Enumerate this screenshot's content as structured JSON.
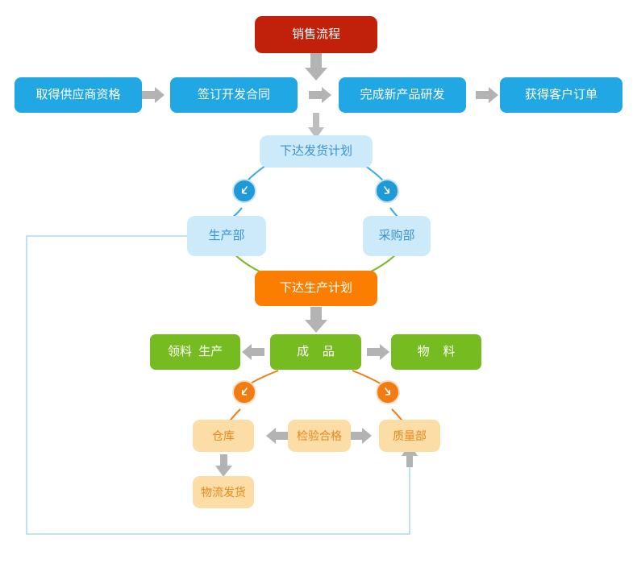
{
  "diagram": {
    "title_node": {
      "label": "销售流程",
      "color": "#c1200b"
    },
    "row_supply": [
      {
        "label": "取得供应商资格",
        "color": "#22a7e5"
      },
      {
        "label": "签订开发合同",
        "color": "#22a7e5"
      },
      {
        "label": "完成新产品研发",
        "color": "#22a7e5"
      },
      {
        "label": "获得客户订单",
        "color": "#22a7e5"
      }
    ],
    "shipping_plan": {
      "label": "下达发货计划",
      "color": "#cdeafb",
      "text_color": "#3a93d0"
    },
    "departments": [
      {
        "label": "生产部",
        "color": "#cdeafb",
        "text_color": "#3a93d0"
      },
      {
        "label": "采购部",
        "color": "#cdeafb",
        "text_color": "#3a93d0"
      }
    ],
    "production_plan": {
      "label": "下达生产计划",
      "color": "#fb7e00"
    },
    "green_row": [
      {
        "label": "领料  生产",
        "color": "#76bc21"
      },
      {
        "label": "成    品",
        "color": "#76bc21"
      },
      {
        "label": "物    料",
        "color": "#76bc21"
      }
    ],
    "peach_row": [
      {
        "label": "仓库",
        "color": "#fcdda6",
        "text_color": "#e8881e"
      },
      {
        "label": "检验合格",
        "color": "#fcdda6",
        "text_color": "#e8881e"
      },
      {
        "label": "质量部",
        "color": "#fcdda6",
        "text_color": "#e8881e"
      }
    ],
    "logistics": {
      "label": "物流发货",
      "color": "#fcdda6",
      "text_color": "#e8881e"
    },
    "badges": [
      {
        "name": "badge-down-left-blue",
        "direction": "down-left",
        "color": "#1f9ad6"
      },
      {
        "name": "badge-down-right-blue",
        "direction": "down-right",
        "color": "#1f9ad6"
      },
      {
        "name": "badge-down-left-orange",
        "direction": "down-left",
        "color": "#f07c12"
      },
      {
        "name": "badge-down-right-orange",
        "direction": "down-right",
        "color": "#f07c12"
      }
    ],
    "connector_colors": {
      "arrow_gray": "#a8a8a8",
      "blue_curve": "#35a9e6",
      "green_curve": "#76bc21",
      "orange_curve": "#f07c12",
      "feedback_line": "#aadcf4"
    }
  }
}
